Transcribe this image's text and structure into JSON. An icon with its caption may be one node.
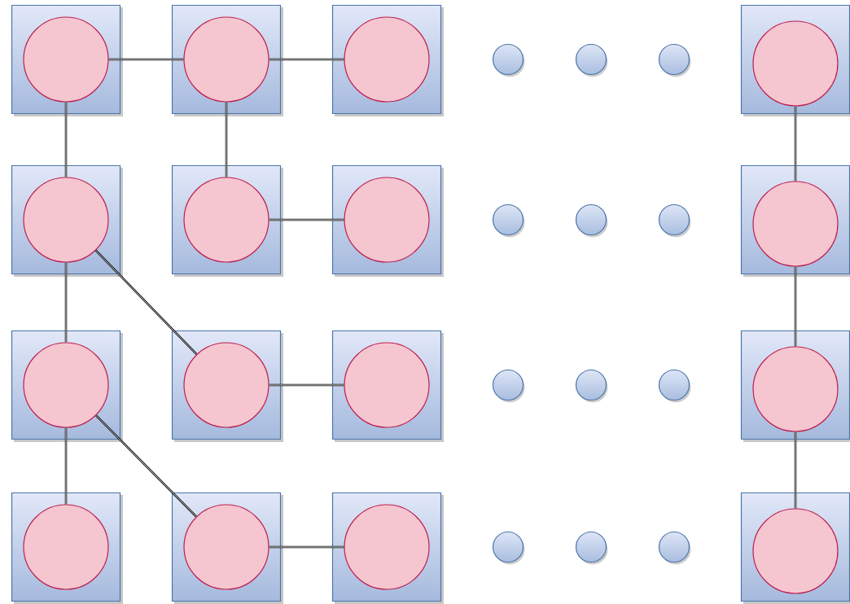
{
  "diagram": {
    "nodes": [
      {
        "text": [],
        "shape": "box"
      },
      {
        "text": [],
        "shape": "circle",
        "in": 0
      },
      {
        "text": [],
        "shape": "box"
      },
      {
        "text": [],
        "shape": "circle",
        "in": 2
      },
      {
        "text": [],
        "shape": "box"
      },
      {
        "text": [],
        "shape": "circle",
        "in": 4
      },
      {
        "text": [],
        "shape": "circle"
      },
      {
        "text": [],
        "shape": "circle"
      },
      {
        "text": [],
        "shape": "circle"
      },
      {
        "text": [],
        "shape": "box"
      },
      {
        "text": [],
        "shape": "circle",
        "in": 9
      },
      {
        "text": [],
        "shape": "box"
      },
      {
        "text": [],
        "shape": "circle",
        "in": 11
      },
      {
        "text": [],
        "shape": "box"
      },
      {
        "text": [],
        "shape": "circle",
        "in": 13
      },
      {
        "text": [],
        "shape": "box"
      },
      {
        "text": [],
        "shape": "circle",
        "in": 15
      },
      {
        "text": [],
        "shape": "circle"
      },
      {
        "text": [],
        "shape": "circle"
      },
      {
        "text": [],
        "shape": "circle"
      },
      {
        "text": [],
        "shape": "box"
      },
      {
        "text": [],
        "shape": "circle",
        "in": 20
      },
      {
        "text": [],
        "shape": "box"
      },
      {
        "text": [],
        "shape": "circle",
        "in": 22
      },
      {
        "text": [],
        "shape": "box"
      },
      {
        "text": [],
        "shape": "circle",
        "in": 24
      },
      {
        "text": [],
        "shape": "box"
      },
      {
        "text": [],
        "shape": "circle",
        "in": 26
      },
      {
        "text": [],
        "shape": "circle"
      },
      {
        "text": [],
        "shape": "circle"
      },
      {
        "text": [],
        "shape": "circle"
      },
      {
        "text": [],
        "shape": "box"
      },
      {
        "text": [],
        "shape": "circle",
        "in": 31
      },
      {
        "text": [],
        "shape": "box"
      },
      {
        "text": [],
        "shape": "circle",
        "in": 33
      },
      {
        "text": [],
        "shape": "box"
      },
      {
        "text": [],
        "shape": "circle",
        "in": 35
      },
      {
        "text": [],
        "shape": "box"
      },
      {
        "text": [],
        "shape": "circle",
        "in": 37
      },
      {
        "text": [],
        "shape": "circle"
      },
      {
        "text": [],
        "shape": "circle"
      },
      {
        "text": [],
        "shape": "circle"
      },
      {
        "text": [],
        "shape": "box"
      },
      {
        "text": [],
        "shape": "circle",
        "in": 42
      }
    ],
    "edges": [
      {
        "from": 1,
        "to": 3,
        "arrow": "none"
      },
      {
        "from": 3,
        "to": 5,
        "arrow": "none"
      },
      {
        "from": 1,
        "to": 12,
        "arrow": "none"
      },
      {
        "from": 3,
        "to": 14,
        "arrow": "none"
      },
      {
        "from": 10,
        "to": 21,
        "arrow": "none"
      },
      {
        "from": 14,
        "to": 16,
        "arrow": "none"
      },
      {
        "from": 12,
        "to": 23,
        "arrow": "none"
      },
      {
        "from": 12,
        "to": 25,
        "arrow": "none"
      },
      {
        "from": 21,
        "to": 32,
        "arrow": "none"
      },
      {
        "from": 25,
        "to": 27,
        "arrow": "none"
      },
      {
        "from": 23,
        "to": 34,
        "arrow": "none"
      },
      {
        "from": 23,
        "to": 36,
        "arrow": "none"
      },
      {
        "from": 32,
        "to": 43,
        "arrow": "none"
      },
      {
        "from": 36,
        "to": 38,
        "arrow": "none"
      }
    ]
  }
}
